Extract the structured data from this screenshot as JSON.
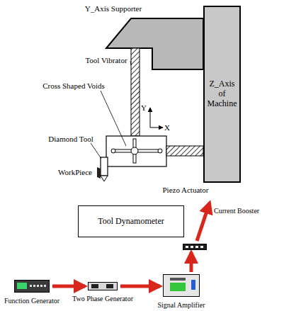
{
  "diagram": {
    "nodes": [
      {
        "text": [
          "Z_Axis of Machine"
        ]
      },
      {
        "text": [
          "Tool Dynamometer"
        ]
      },
      {
        "text": [
          "Function Generator"
        ]
      },
      {
        "text": [
          "Two Phase Generator"
        ]
      },
      {
        "text": [
          "Signal Amplifier"
        ]
      },
      {
        "text": [
          "Current Booster"
        ]
      }
    ],
    "edges": [
      {
        "from": 2,
        "to": 3,
        "arrow": "to"
      },
      {
        "from": 3,
        "to": 4,
        "arrow": "to"
      },
      {
        "from": 4,
        "to": 5,
        "arrow": "to"
      }
    ],
    "labels": [
      "Y_Axis Supporter",
      "Tool Vibrator",
      "Cross Shaped Voids",
      "Y",
      "X",
      "Diamond Tool",
      "WorkPiece",
      "Piezo Actuator"
    ]
  }
}
